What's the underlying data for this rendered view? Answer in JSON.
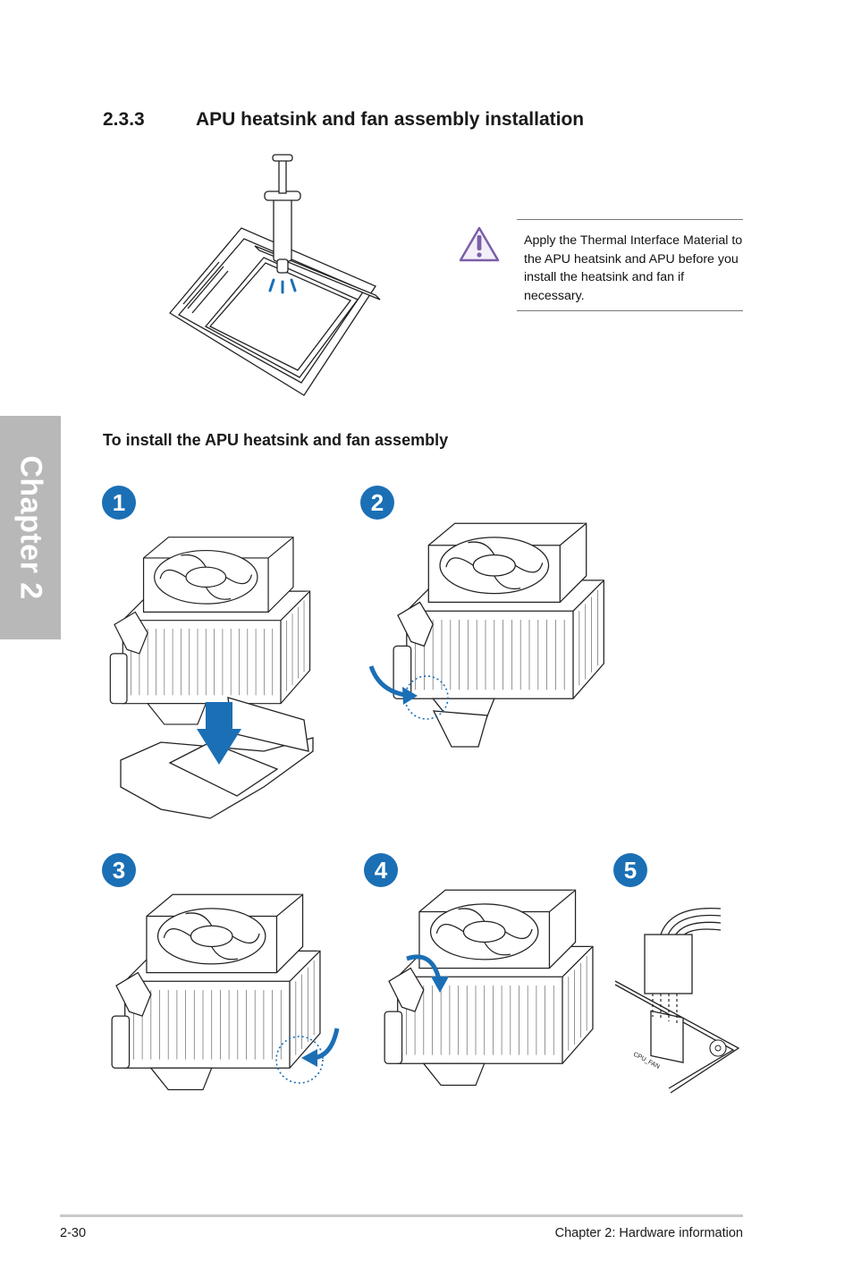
{
  "section": {
    "number": "2.3.3",
    "title": "APU heatsink and fan assembly installation"
  },
  "note": {
    "icon": "warning-triangle-icon",
    "text": "Apply the Thermal Interface Material to the APU heatsink and APU before you install the heatsink and fan if necessary."
  },
  "subheading": "To install the APU heatsink and fan assembly",
  "chapter_tab": "Chapter 2",
  "steps": [
    "1",
    "2",
    "3",
    "4",
    "5"
  ],
  "connector_label": "CPU_FAN",
  "footer": {
    "page_number": "2-30",
    "chapter_title": "Chapter 2: Hardware information"
  },
  "colors": {
    "accent": "#1b6fb5",
    "chapter_tab": "#b8b8b8",
    "warning_icon": "#7b5ea8"
  }
}
